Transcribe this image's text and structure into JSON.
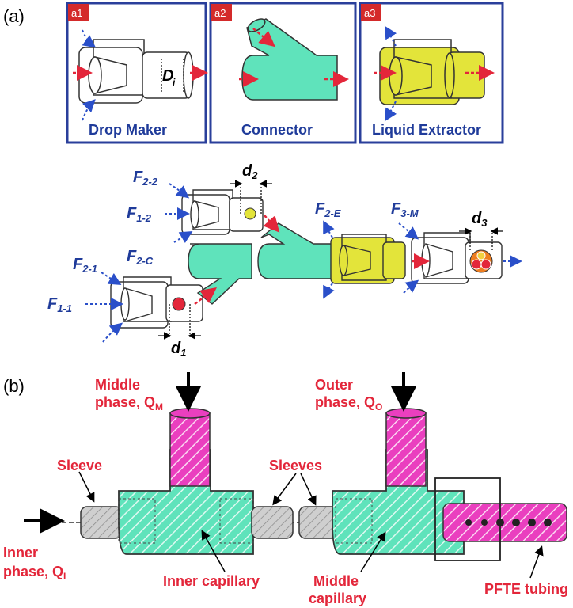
{
  "panel_labels": {
    "a": "(a)",
    "b": "(b)"
  },
  "panel_a": {
    "boxes": [
      {
        "tag": "a1",
        "title": "Drop Maker",
        "dim_label": "D",
        "dim_sub": "i"
      },
      {
        "tag": "a2",
        "title": "Connector"
      },
      {
        "tag": "a3",
        "title": "Liquid Extractor"
      }
    ],
    "assembly": {
      "flows": {
        "F2_2": {
          "main": "F",
          "sub": "2-2"
        },
        "F1_2": {
          "main": "F",
          "sub": "1-2"
        },
        "F2_1": {
          "main": "F",
          "sub": "2-1"
        },
        "F1_1": {
          "main": "F",
          "sub": "1-1"
        },
        "F2_C": {
          "main": "F",
          "sub": "2-C"
        },
        "F2_E": {
          "main": "F",
          "sub": "2-E"
        },
        "F3_M": {
          "main": "F",
          "sub": "3-M"
        }
      },
      "dims": {
        "d1": {
          "main": "d",
          "sub": "1"
        },
        "d2": {
          "main": "d",
          "sub": "2"
        },
        "d3": {
          "main": "d",
          "sub": "3"
        }
      }
    }
  },
  "panel_b": {
    "middle_phase": {
      "line1": "Middle",
      "line2": "phase, Q",
      "sub": "M"
    },
    "outer_phase": {
      "line1": "Outer",
      "line2": "phase, Q",
      "sub": "O"
    },
    "inner_phase": {
      "line1": "Inner",
      "line2": "phase, Q",
      "sub": "I"
    },
    "sleeve": "Sleeve",
    "sleeves": "Sleeves",
    "inner_capillary": "Inner capillary",
    "middle_capillary_1": "Middle",
    "middle_capillary_2": "capillary",
    "pfte_tubing": "PFTE tubing"
  },
  "colors": {
    "frame_blue": "#2a3f9b",
    "tag_red": "#d42a2a",
    "teal": "#5fe3bb",
    "yellow": "#e3e43a",
    "magenta": "#ea3fbf",
    "flow_red": "#e3263a",
    "label_blue": "#1f3b9a",
    "label_red": "#e3263a",
    "sleeve_gray": "#c9c9c9"
  }
}
